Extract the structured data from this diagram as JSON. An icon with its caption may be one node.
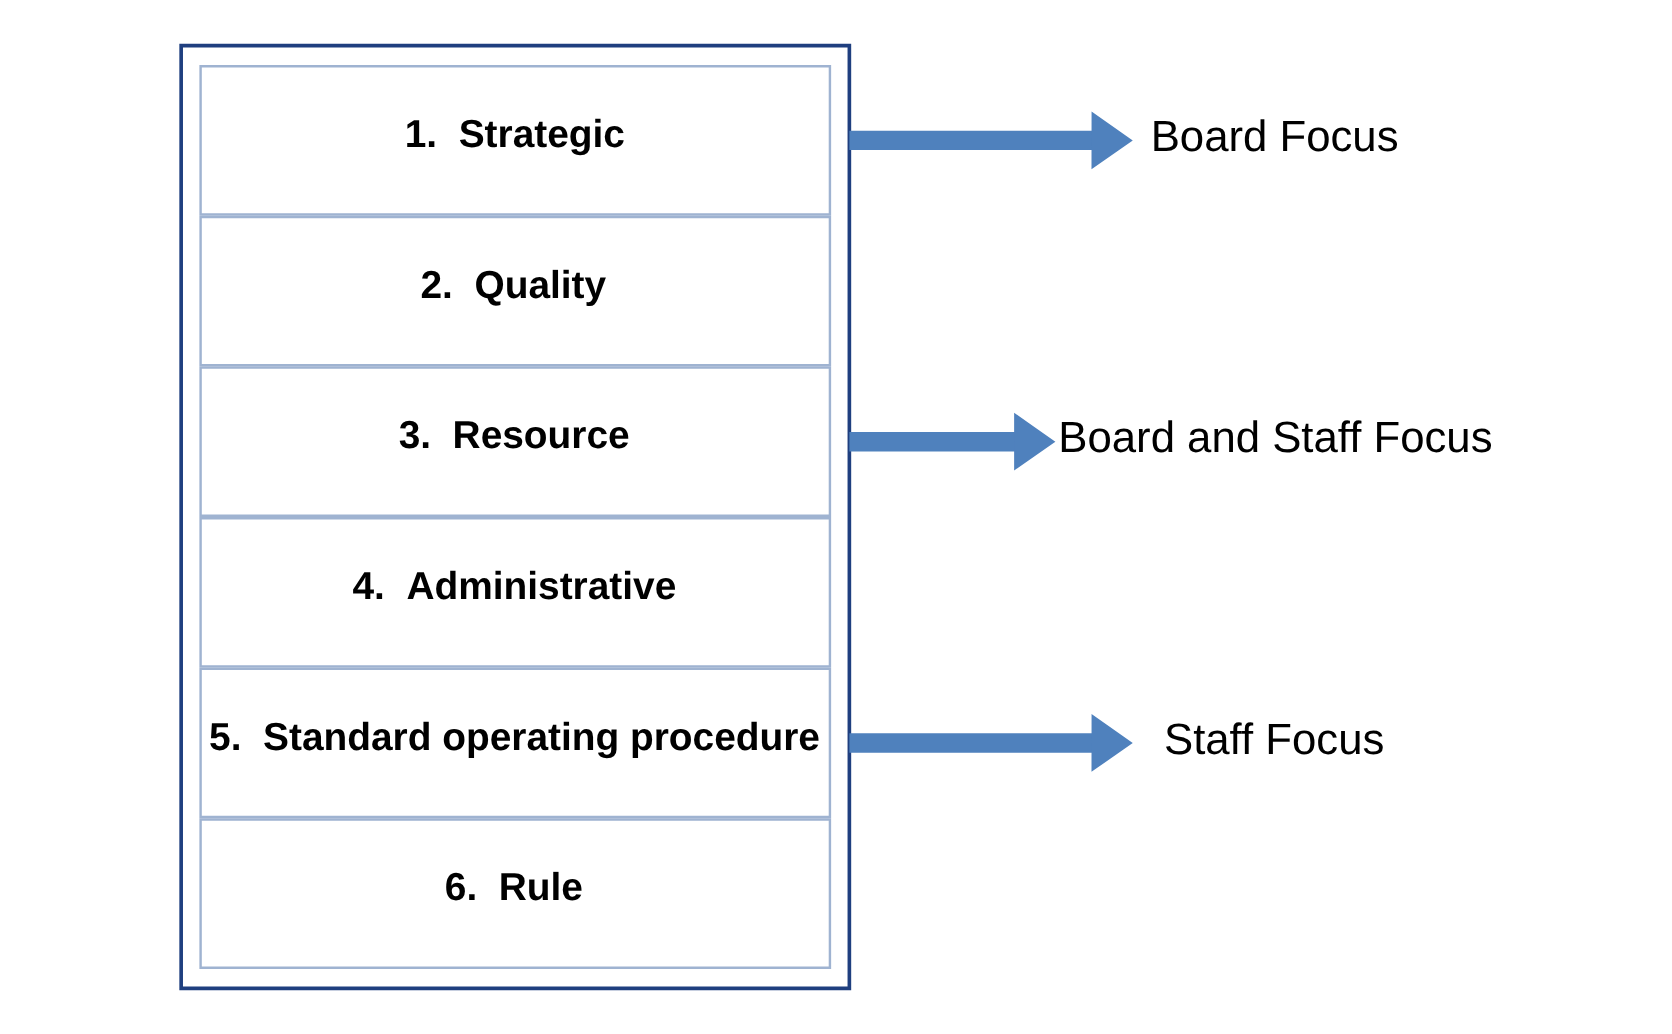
{
  "diagram": {
    "nodes": [
      {
        "text": [],
        "shape": "box"
      },
      {
        "text": [
          "1.  Strategic"
        ],
        "in": 0
      },
      {
        "text": [
          "2.  Quality"
        ],
        "in": 0
      },
      {
        "text": [
          "3.  Resource"
        ],
        "in": 0
      },
      {
        "text": [
          "4.  Administrative"
        ],
        "in": 0
      },
      {
        "text": [
          "5.  Standard operating procedure"
        ],
        "in": 0
      },
      {
        "text": [
          "6.  Rule"
        ],
        "in": 0
      },
      {
        "text": [
          "Board Focus"
        ]
      },
      {
        "text": [
          "Board and Staff Focus"
        ]
      },
      {
        "text": [
          "Staff Focus"
        ]
      }
    ],
    "edges": [
      {
        "from": 0,
        "to": 7,
        "arrow": "to"
      },
      {
        "from": 0,
        "to": 8,
        "arrow": "to"
      },
      {
        "from": 0,
        "to": 9,
        "arrow": "to"
      }
    ]
  }
}
